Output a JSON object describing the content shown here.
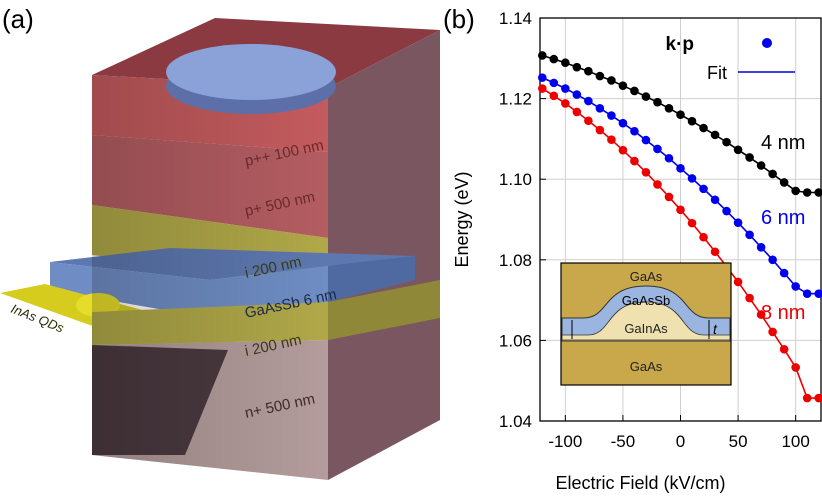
{
  "panel_a": {
    "label": "(a)",
    "layers": {
      "p_pp": "p++ 100 nm",
      "p_plus": "p+ 500 nm",
      "i_top": "i 200 nm",
      "gaassb": "GaAsSb 6 nm",
      "i_bottom": "i 200 nm",
      "n_plus": "n+ 500 nm",
      "qds": "InAs QDs"
    }
  },
  "panel_b": {
    "label": "(b)",
    "legend": {
      "kp": "k·p",
      "fit": "Fit"
    },
    "curve_labels": [
      "4 nm",
      "6 nm",
      "8 nm"
    ],
    "inset": {
      "top": "GaAs",
      "cap": "GaAsSb",
      "dot": "GaInAs",
      "bottom": "GaAs",
      "thickness": "t"
    }
  },
  "colors": {
    "black": "#000000",
    "blue": "#0000ee",
    "red": "#ee0000",
    "fit": "#2222dd"
  },
  "chart_data": {
    "type": "scatter",
    "xlabel": "Electric Field (kV/cm)",
    "ylabel": "Energy (eV)",
    "xlim": [
      -122,
      122
    ],
    "ylim": [
      1.04,
      1.14
    ],
    "xticks": [
      -100,
      -50,
      0,
      50,
      100
    ],
    "yticks": [
      1.04,
      1.06,
      1.08,
      1.1,
      1.12,
      1.14
    ],
    "ytick_labels": [
      "1.04",
      "1.06",
      "1.08",
      "1.10",
      "1.12",
      "1.14"
    ],
    "x": [
      -120,
      -110,
      -100,
      -90,
      -80,
      -70,
      -60,
      -50,
      -40,
      -30,
      -20,
      -10,
      0,
      10,
      20,
      30,
      40,
      50,
      60,
      70,
      80,
      90,
      100,
      110,
      120
    ],
    "series": [
      {
        "name": "4 nm",
        "color": "#000000",
        "values": [
          1.1307,
          1.1298,
          1.1289,
          1.1278,
          1.1268,
          1.1256,
          1.1245,
          1.1232,
          1.1219,
          1.1205,
          1.1191,
          1.1176,
          1.116,
          1.1144,
          1.1127,
          1.111,
          1.1092,
          1.1073,
          1.1054,
          1.1034,
          1.1013,
          1.0992,
          1.0971,
          1.0967,
          1.0967
        ]
      },
      {
        "name": "6 nm",
        "color": "#0000ee",
        "values": [
          1.1252,
          1.1239,
          1.1225,
          1.121,
          1.1194,
          1.1176,
          1.1158,
          1.1139,
          1.1119,
          1.1097,
          1.1075,
          1.1052,
          1.1027,
          1.1002,
          1.0976,
          1.0949,
          1.0921,
          1.0892,
          1.0862,
          1.0831,
          1.08,
          1.0767,
          1.0734,
          1.0716,
          1.0716
        ]
      },
      {
        "name": "8 nm",
        "color": "#ee0000",
        "values": [
          1.1225,
          1.1207,
          1.1188,
          1.1167,
          1.1145,
          1.1122,
          1.1098,
          1.1072,
          1.1045,
          1.1017,
          1.0987,
          1.0956,
          1.0924,
          1.0891,
          1.0856,
          1.082,
          1.0783,
          1.0745,
          1.0705,
          1.0664,
          1.0621,
          1.0578,
          1.0533,
          1.0457,
          1.0457
        ]
      }
    ]
  }
}
